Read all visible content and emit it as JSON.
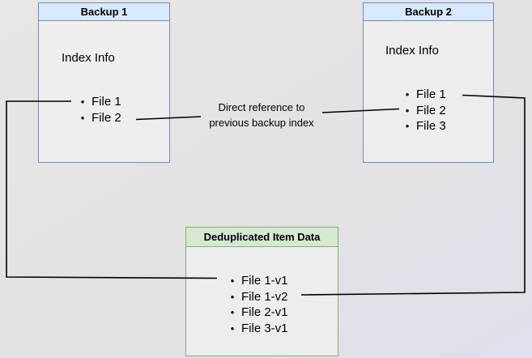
{
  "diagram": {
    "nodes": {
      "backup1": {
        "title": "Backup 1",
        "section_label": "Index Info",
        "files": [
          "File 1",
          "File 2"
        ],
        "header_bg": "#dae8fc",
        "border_color": "#6c8ebf"
      },
      "backup2": {
        "title": "Backup 2",
        "section_label": "Index Info",
        "files": [
          "File 1",
          "File 2",
          "File 3"
        ],
        "header_bg": "#dae8fc",
        "border_color": "#6c8ebf"
      },
      "dedup": {
        "title": "Deduplicated Item Data",
        "files": [
          "File 1-v1",
          "File 1-v2",
          "File 2-v1",
          "File 3-v1"
        ],
        "header_bg": "#d5e8d4",
        "border_color": "#82b366"
      }
    },
    "edges": {
      "ref_label_line1": "Direct reference to",
      "ref_label_line2": "previous backup index",
      "stroke_color": "#000000"
    },
    "icons": {
      "bullet": "•"
    }
  }
}
